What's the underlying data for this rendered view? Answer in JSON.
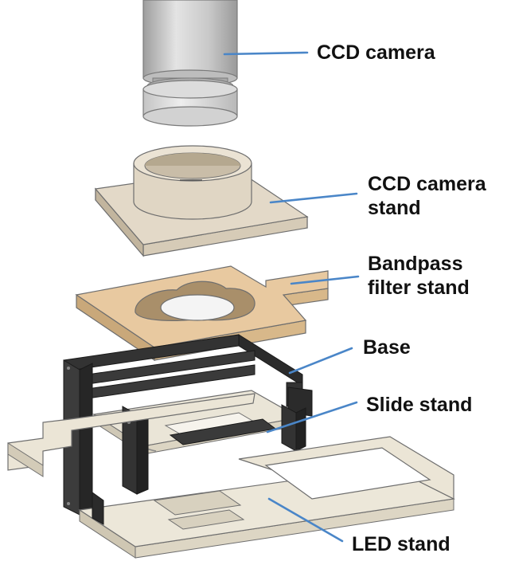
{
  "diagram": {
    "components": [
      {
        "id": "ccd-camera",
        "lines": [
          "CCD camera"
        ]
      },
      {
        "id": "ccd-camera-stand",
        "lines": [
          "CCD camera",
          "stand"
        ]
      },
      {
        "id": "bandpass-filter-stand",
        "lines": [
          "Bandpass",
          "filter stand"
        ]
      },
      {
        "id": "base",
        "lines": [
          "Base"
        ]
      },
      {
        "id": "slide-stand",
        "lines": [
          "Slide stand"
        ]
      },
      {
        "id": "led-stand",
        "lines": [
          "LED stand"
        ]
      }
    ],
    "colors": {
      "leader_line": "#4a86c8",
      "camera_metal": "#c9c9c9",
      "camera_stand": "#e3d9c8",
      "filter_stand": "#e8c9a0",
      "base_frame": "#2b2b2b",
      "slide_and_led": "#ece7d9",
      "outline": "#5a5a5a"
    }
  }
}
